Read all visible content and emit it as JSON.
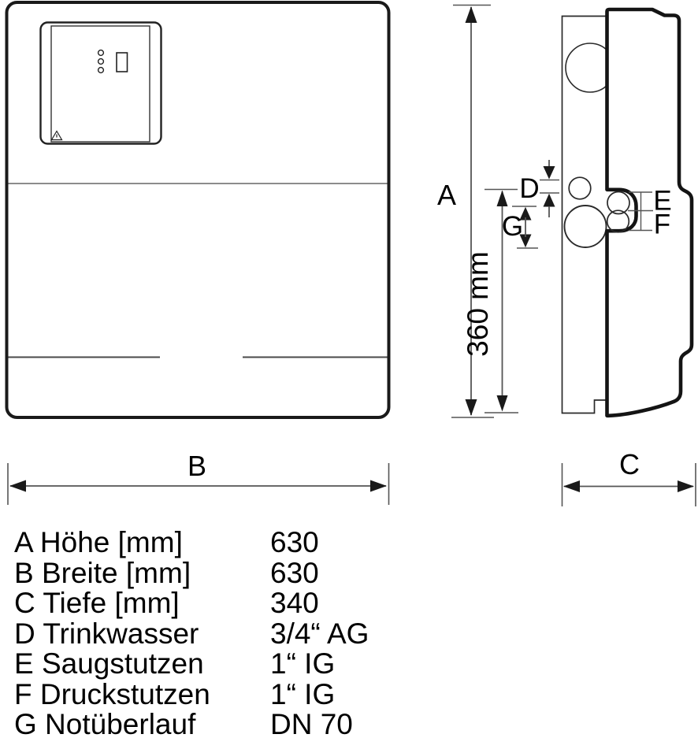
{
  "drawing": {
    "kind": "technical-dimension-drawing",
    "views": [
      "front-view",
      "side-view"
    ]
  },
  "labels": {
    "a": "A",
    "b": "B",
    "c": "C",
    "d": "D",
    "e": "E",
    "f": "F",
    "g": "G",
    "height_annotation": "360 mm"
  },
  "table": {
    "rows": [
      {
        "label": "A Höhe [mm]",
        "value": "630"
      },
      {
        "label": "B Breite [mm]",
        "value": "630"
      },
      {
        "label": "C Tiefe [mm]",
        "value": "340"
      },
      {
        "label": "D Trinkwasser",
        "value": "3/4“ AG"
      },
      {
        "label": "E Saugstutzen",
        "value": "1“ IG"
      },
      {
        "label": "F Druckstutzen",
        "value": "1“ IG"
      },
      {
        "label": "G Notüberlauf",
        "value": "DN 70"
      }
    ]
  },
  "colors": {
    "ink": "#1a1a1a",
    "dim_line": "#555555",
    "thin_panel_line": "#8c8c8c",
    "background": "#ffffff"
  }
}
